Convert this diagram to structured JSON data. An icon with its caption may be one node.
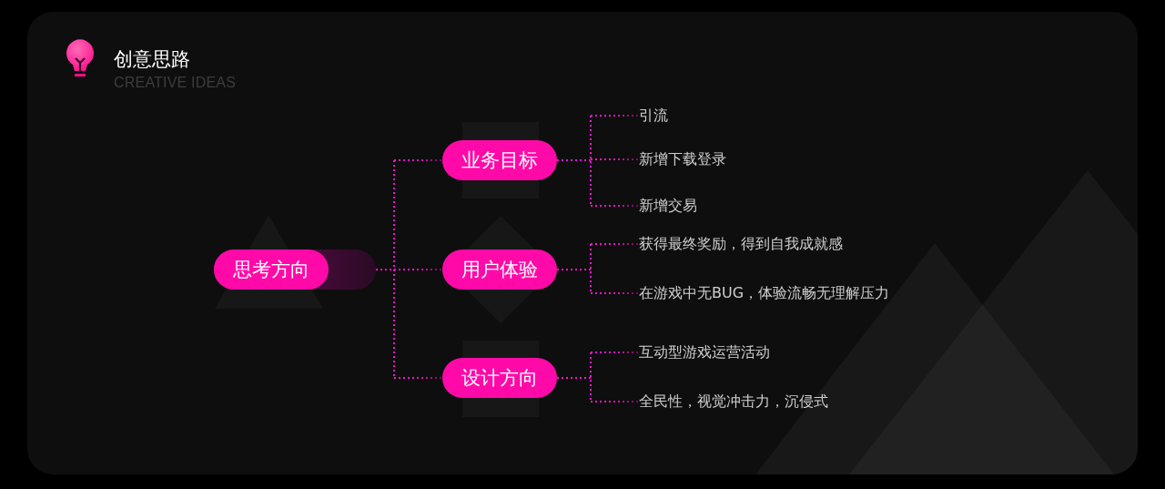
{
  "diagram": {
    "title": "创意思路",
    "nodes": [
      {
        "text": [
          "思考方向"
        ]
      },
      {
        "text": [
          "业务目标"
        ]
      },
      {
        "text": [
          "用户体验"
        ]
      },
      {
        "text": [
          "设计方向"
        ]
      },
      {
        "text": [
          "引流"
        ]
      },
      {
        "text": [
          "新增下载登录"
        ]
      },
      {
        "text": [
          "新增交易"
        ]
      },
      {
        "text": [
          "获得最终奖励，得到自我成就感"
        ]
      },
      {
        "text": [
          "在游戏中无BUG，体验流畅无理解压力"
        ]
      },
      {
        "text": [
          "互动型游戏运营活动"
        ]
      },
      {
        "text": [
          "全民性，视觉冲击力，沉侵式"
        ]
      }
    ],
    "edges": [
      {
        "from": 0,
        "to": 1,
        "arrow": "none",
        "style": "dashed"
      },
      {
        "from": 0,
        "to": 2,
        "arrow": "none",
        "style": "dashed"
      },
      {
        "from": 0,
        "to": 3,
        "arrow": "none",
        "style": "dashed"
      },
      {
        "from": 1,
        "to": 4,
        "arrow": "none",
        "style": "dashed"
      },
      {
        "from": 1,
        "to": 5,
        "arrow": "none",
        "style": "dashed"
      },
      {
        "from": 1,
        "to": 6,
        "arrow": "none",
        "style": "dashed"
      },
      {
        "from": 2,
        "to": 7,
        "arrow": "none",
        "style": "dashed"
      },
      {
        "from": 2,
        "to": 8,
        "arrow": "none",
        "style": "dashed"
      },
      {
        "from": 3,
        "to": 9,
        "arrow": "none",
        "style": "dashed"
      },
      {
        "from": 3,
        "to": 10,
        "arrow": "none",
        "style": "dashed"
      }
    ],
    "labels": [
      "CREATIVE IDEAS"
    ]
  }
}
